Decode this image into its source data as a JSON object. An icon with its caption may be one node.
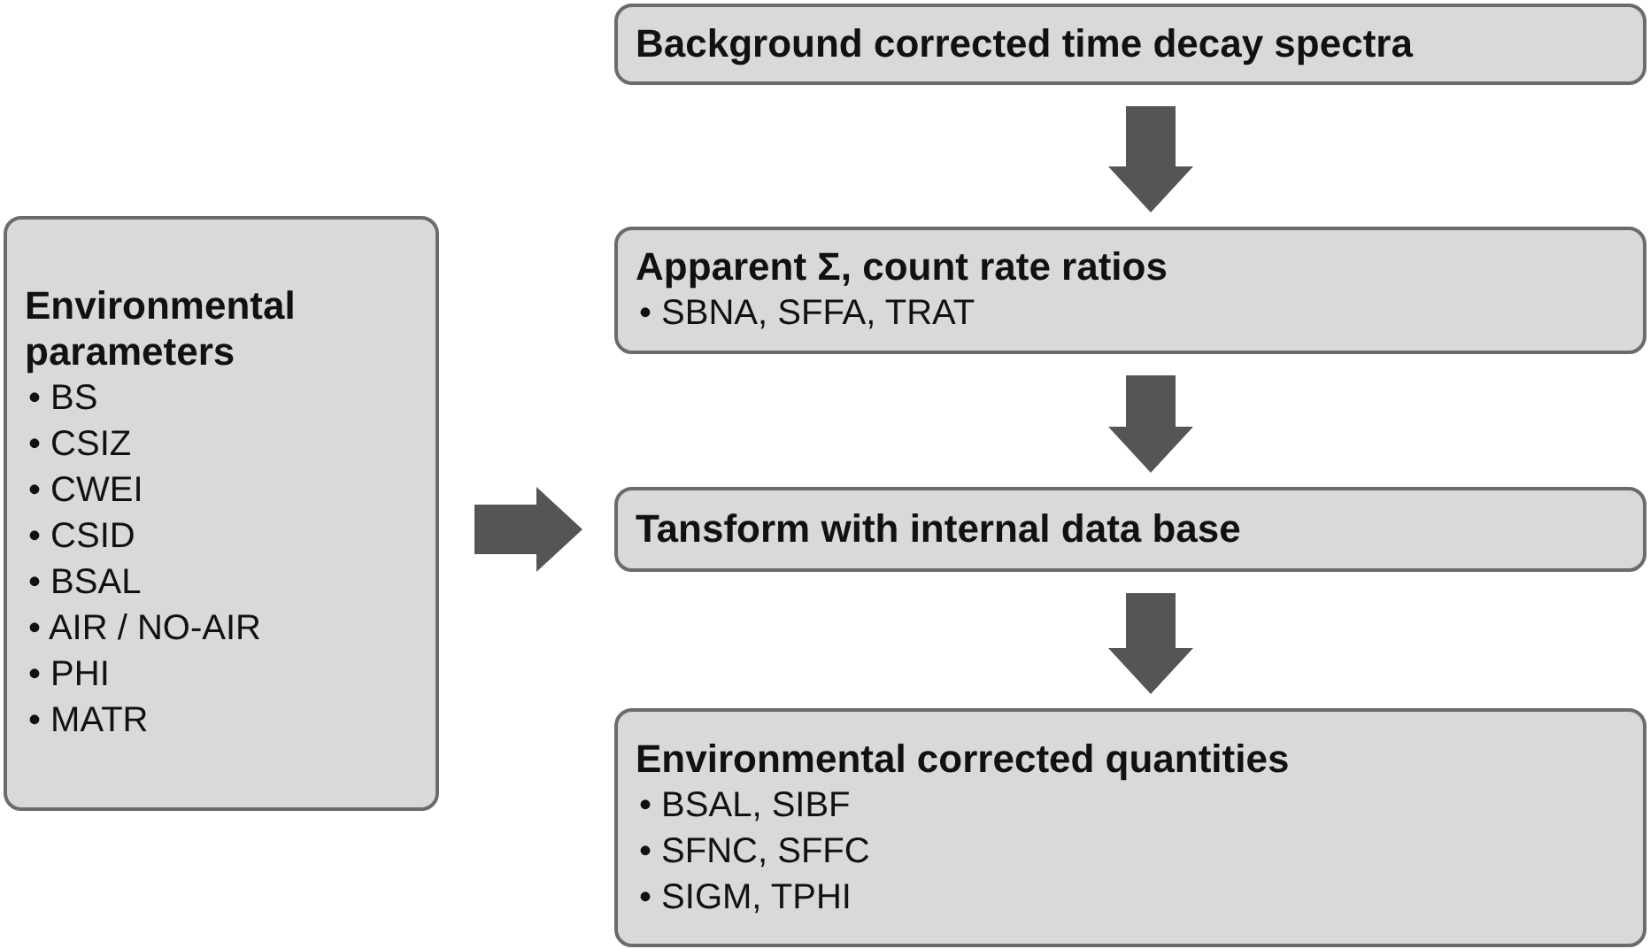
{
  "diagram": {
    "nodes": [
      {
        "text": [
          "Environmental parameters",
          "• BS",
          "• CSIZ",
          "• CWEI",
          "• CSID",
          "• BSAL",
          "• AIR / NO-AIR",
          "• PHI",
          "• MATR"
        ]
      },
      {
        "text": [
          "Background corrected time decay spectra"
        ]
      },
      {
        "text": [
          "Apparent Σ, count rate ratios",
          "• SBNA, SFFA, TRAT"
        ]
      },
      {
        "text": [
          "Tansform with internal data base"
        ]
      },
      {
        "text": [
          "Environmental corrected quantities",
          "• BSAL, SIBF",
          "• SFNC, SFFC",
          "• SIGM, TPHI"
        ]
      }
    ],
    "edges": [
      {
        "from": 1,
        "to": 2,
        "arrow": "to"
      },
      {
        "from": 2,
        "to": 3,
        "arrow": "to"
      },
      {
        "from": 0,
        "to": 3,
        "arrow": "to"
      },
      {
        "from": 3,
        "to": 4,
        "arrow": "to"
      }
    ]
  }
}
